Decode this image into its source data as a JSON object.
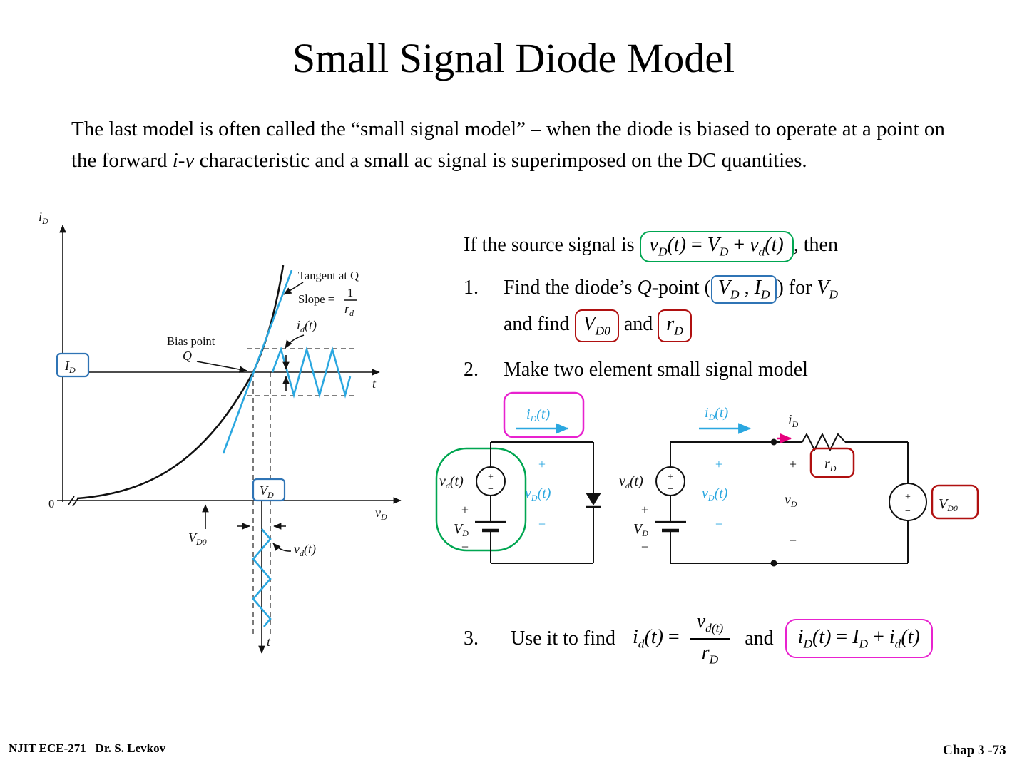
{
  "sym": {
    "plus": "+",
    "minus": "−"
  },
  "title": "Small Signal Diode Model",
  "intro": {
    "part1": "The last model is often called the “small signal model” – when the diode is biased to operate at a point on the forward ",
    "italic": "i-v",
    "part2": " characteristic and a small ac signal is superimposed on the DC quantities."
  },
  "source_line": {
    "prefix": "If the source signal is ",
    "equation": [
      {
        "t": "v",
        "s": "D",
        "i": 1
      },
      {
        "t": "(t)",
        "i": 1
      },
      {
        "t": " = ",
        "i": 0
      },
      {
        "t": "V",
        "s": "D",
        "i": 1
      },
      {
        "t": " + ",
        "i": 0
      },
      {
        "t": "v",
        "s": "d",
        "i": 1
      },
      {
        "t": "(t)",
        "i": 1
      }
    ],
    "suffix": ", then"
  },
  "steps": {
    "one": {
      "number": "1.",
      "text1": "Find the diode’s ",
      "q": "Q",
      "text2": "-point (",
      "qpoint": [
        {
          "t": "V",
          "s": "D",
          "i": 1
        },
        {
          "t": " , ",
          "i": 0
        },
        {
          "t": "I",
          "s": "D",
          "i": 1
        }
      ],
      "text3": ") for ",
      "vd": [
        {
          "t": "V",
          "s": "D",
          "i": 1
        }
      ],
      "text4": "and find ",
      "vd0": [
        {
          "t": "V",
          "s": "D0",
          "i": 1
        }
      ],
      "text5": " and ",
      "rd": [
        {
          "t": "r",
          "s": "D",
          "i": 1
        }
      ]
    },
    "two": {
      "number": "2.",
      "text": "Make two element small signal model"
    },
    "three": {
      "number": "3.",
      "text": "Use it to find",
      "eq_left": [
        {
          "t": "i",
          "s": "d",
          "i": 1
        },
        {
          "t": "(t)",
          "i": 1
        },
        {
          "t": " =",
          "i": 0
        }
      ],
      "frac_num": [
        {
          "t": "v",
          "s": "d(t)",
          "i": 1
        }
      ],
      "frac_den": [
        {
          "t": "r",
          "s": "D",
          "i": 1
        }
      ],
      "and": "and",
      "eq_boxed": [
        {
          "t": "i",
          "s": "D",
          "i": 1
        },
        {
          "t": "(t)",
          "i": 1
        },
        {
          "t": " = ",
          "i": 0
        },
        {
          "t": "I",
          "s": "D",
          "i": 1
        },
        {
          "t": " + ",
          "i": 0
        },
        {
          "t": "i",
          "s": "d",
          "i": 1
        },
        {
          "t": "(t)",
          "i": 1
        }
      ]
    }
  },
  "graph": {
    "y_axis": {
      "b": "i",
      "s": "D"
    },
    "x_axis": {
      "b": "v",
      "s": "D"
    },
    "zero": "0",
    "tangent": "Tangent at Q",
    "slope": "Slope =",
    "slope_num": "1",
    "slope_den": {
      "b": "r",
      "s": "d"
    },
    "bias1": "Bias point",
    "bias2": "Q",
    "id_wave": {
      "b": "i",
      "s": "d",
      "r": "(t)"
    },
    "t_right": "t",
    "t_bottom": "t",
    "ID": {
      "b": "I",
      "s": "D"
    },
    "VD": {
      "b": "V",
      "s": "D"
    },
    "VD0": {
      "b": "V",
      "s": "D0"
    },
    "vd_wave": {
      "b": "v",
      "s": "d",
      "r": "(t)"
    }
  },
  "circuits": {
    "idt": {
      "b": "i",
      "s": "D",
      "r": "(t)"
    },
    "vdt_src": {
      "b": "v",
      "s": "d",
      "r": "(t)"
    },
    "vDt": {
      "b": "v",
      "s": "D",
      "r": "(t)"
    },
    "VD": {
      "b": "V",
      "s": "D"
    },
    "iD": {
      "b": "i",
      "s": "D"
    },
    "rD": {
      "b": "r",
      "s": "D"
    },
    "vD": {
      "b": "v",
      "s": "D"
    },
    "VD0": {
      "b": "V",
      "s": "D0"
    }
  },
  "footer": {
    "left": "NJIT ECE-271   Dr. S. Levkov",
    "right": "Chap 3 -73"
  }
}
